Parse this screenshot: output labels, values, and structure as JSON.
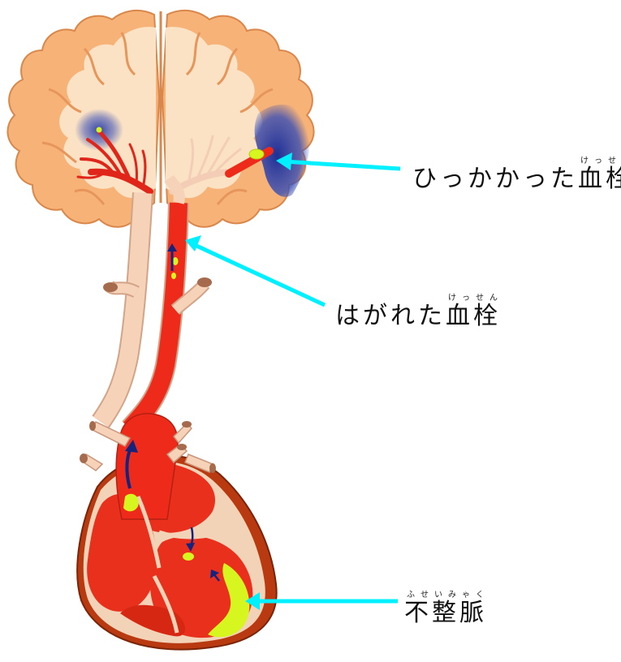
{
  "labels": {
    "stuck_clot": {
      "text": "ひっかかった",
      "kanji": "血栓",
      "ruby": "けっせん"
    },
    "detached_clot": {
      "text": "はがれた",
      "kanji": "血栓",
      "ruby": "けっせん"
    },
    "arrhythmia": {
      "text": "",
      "kanji": "不整脈",
      "ruby": "ふせいみゃく"
    }
  },
  "colors": {
    "pointer": "#00f0ff",
    "blood": "#ee2a1a",
    "vessel": "#f5d2b8",
    "brain_cortex": "#f7b277",
    "brain_white": "#fbe2c4",
    "ischemia": "#2c3fa3",
    "clot": "#d7f51f",
    "flow_arrow": "#15237d"
  }
}
